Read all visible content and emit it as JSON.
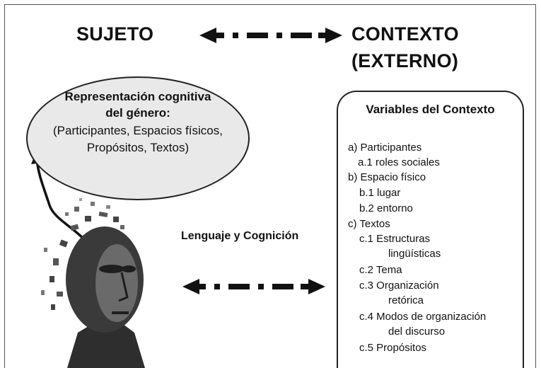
{
  "header": {
    "left": "SUJETO",
    "right_line1": "CONTEXTO",
    "right_line2": "(EXTERNO)"
  },
  "ellipse": {
    "title_line1": "Representación cognitiva",
    "title_line2": "del género:",
    "body_line1": "(Participantes, Espacios físicos,",
    "body_line2": "Propósitos, Textos)"
  },
  "context_box": {
    "title": "Variables del Contexto",
    "items": [
      "a) Participantes",
      "a.1  roles sociales",
      "b) Espacio físico",
      "b.1  lugar",
      "b.2  entorno",
      "c) Textos",
      "c.1  Estructuras",
      "lingüísticas",
      "c.2  Tema",
      "c.3  Organización",
      "retórica",
      "c.4  Modos de organización",
      "del discurso",
      "c.5  Propósitos"
    ]
  },
  "middle_label": "Lenguaje y Cognición",
  "colors": {
    "ellipse_fill": "#e9e9e9",
    "stroke": "#222222",
    "head": "#3a3a3a"
  },
  "icons": [
    "double-arrow-icon",
    "head-figure-icon",
    "curved-arrow-icon"
  ]
}
